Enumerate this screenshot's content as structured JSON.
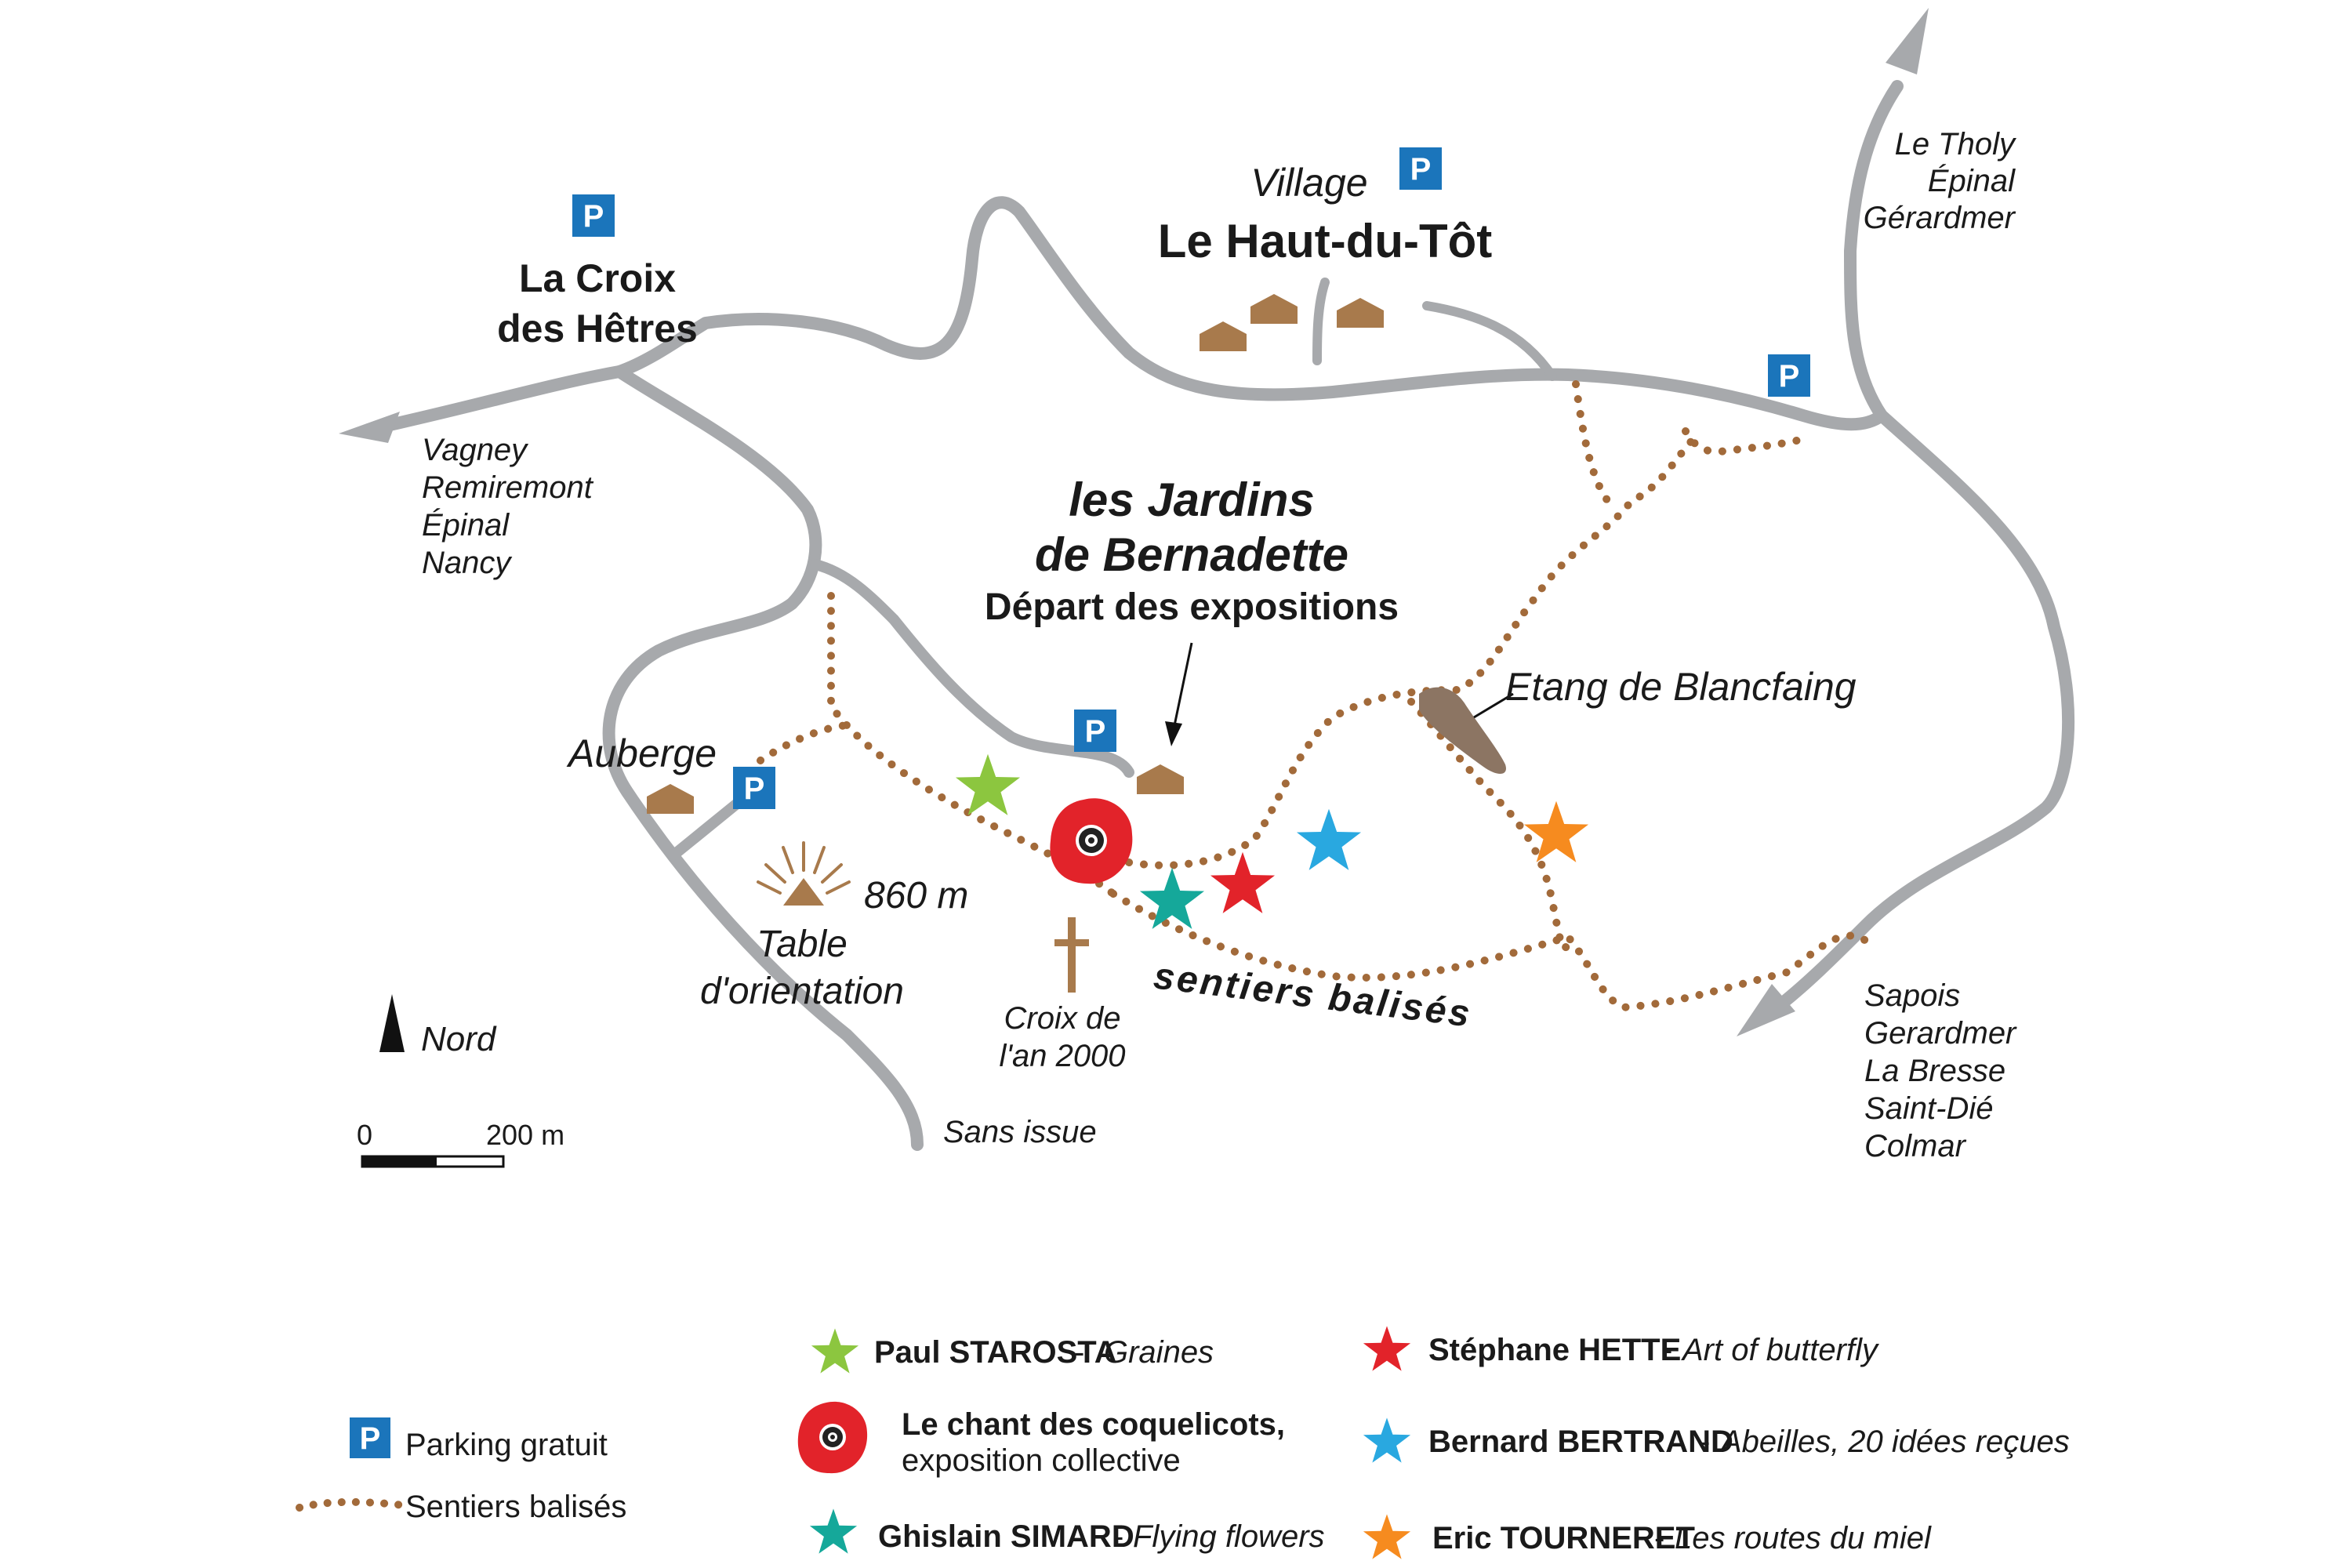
{
  "colors": {
    "road": "#a7a9ac",
    "trail": "#a26a3a",
    "parking_bg": "#1b75bb",
    "house": "#a87a4c",
    "red_title": "#e2232a",
    "pond": "#8c7563",
    "star_green": "#8cc63f",
    "star_teal": "#15a89a",
    "star_red": "#e2232a",
    "star_blue": "#29a8e0",
    "star_orange": "#f68b1f",
    "poppy": "#e2232a"
  },
  "map": {
    "parking_symbol": "P",
    "croix_des_hetres": [
      "La Croix",
      "des Hêtres"
    ],
    "village_label": "Village",
    "haut_du_tot": "Le Haut-du-Tôt",
    "west_destinations": [
      "Vagney",
      "Remiremont",
      "Épinal",
      "Nancy"
    ],
    "north_destinations": [
      "Le Tholy",
      "Épinal",
      "Gérardmer"
    ],
    "south_destinations": [
      "Sapois",
      "Gerardmer",
      "La Bresse",
      "Saint-Dié",
      "Colmar"
    ],
    "jardins_title": [
      "les Jardins",
      "de Bernadette"
    ],
    "depart_label": "Départ des expositions",
    "etang_label": "Etang de Blancfaing",
    "auberge_label": "Auberge",
    "altitude_label": "860 m",
    "table_orientation": [
      "Table",
      "d'orientation"
    ],
    "croix_an_2000": [
      "Croix de",
      "l'an 2000"
    ],
    "sentiers_label": "sentiers balisés",
    "sans_issue": "Sans issue",
    "north_label": "Nord",
    "scale_start": "0",
    "scale_end": "200 m"
  },
  "legend": {
    "parking": "Parking gratuit",
    "trails": "Sentiers balisés",
    "artists": [
      {
        "name": "Paul STAROSTA",
        "work": "Graines",
        "marker": "star-green"
      },
      {
        "name": "Le chant des coquelicots,",
        "work": "exposition collective",
        "marker": "poppy"
      },
      {
        "name": "Ghislain SIMARD",
        "work": "Flying flowers",
        "marker": "star-teal"
      },
      {
        "name": "Stéphane HETTE",
        "work": "Art of butterfly",
        "marker": "star-red"
      },
      {
        "name": "Bernard BERTRAND",
        "work": "Abeilles, 20 idées reçues",
        "marker": "star-blue"
      },
      {
        "name": "Eric TOURNERET",
        "work": "Les routes du miel",
        "marker": "star-orange"
      }
    ]
  }
}
